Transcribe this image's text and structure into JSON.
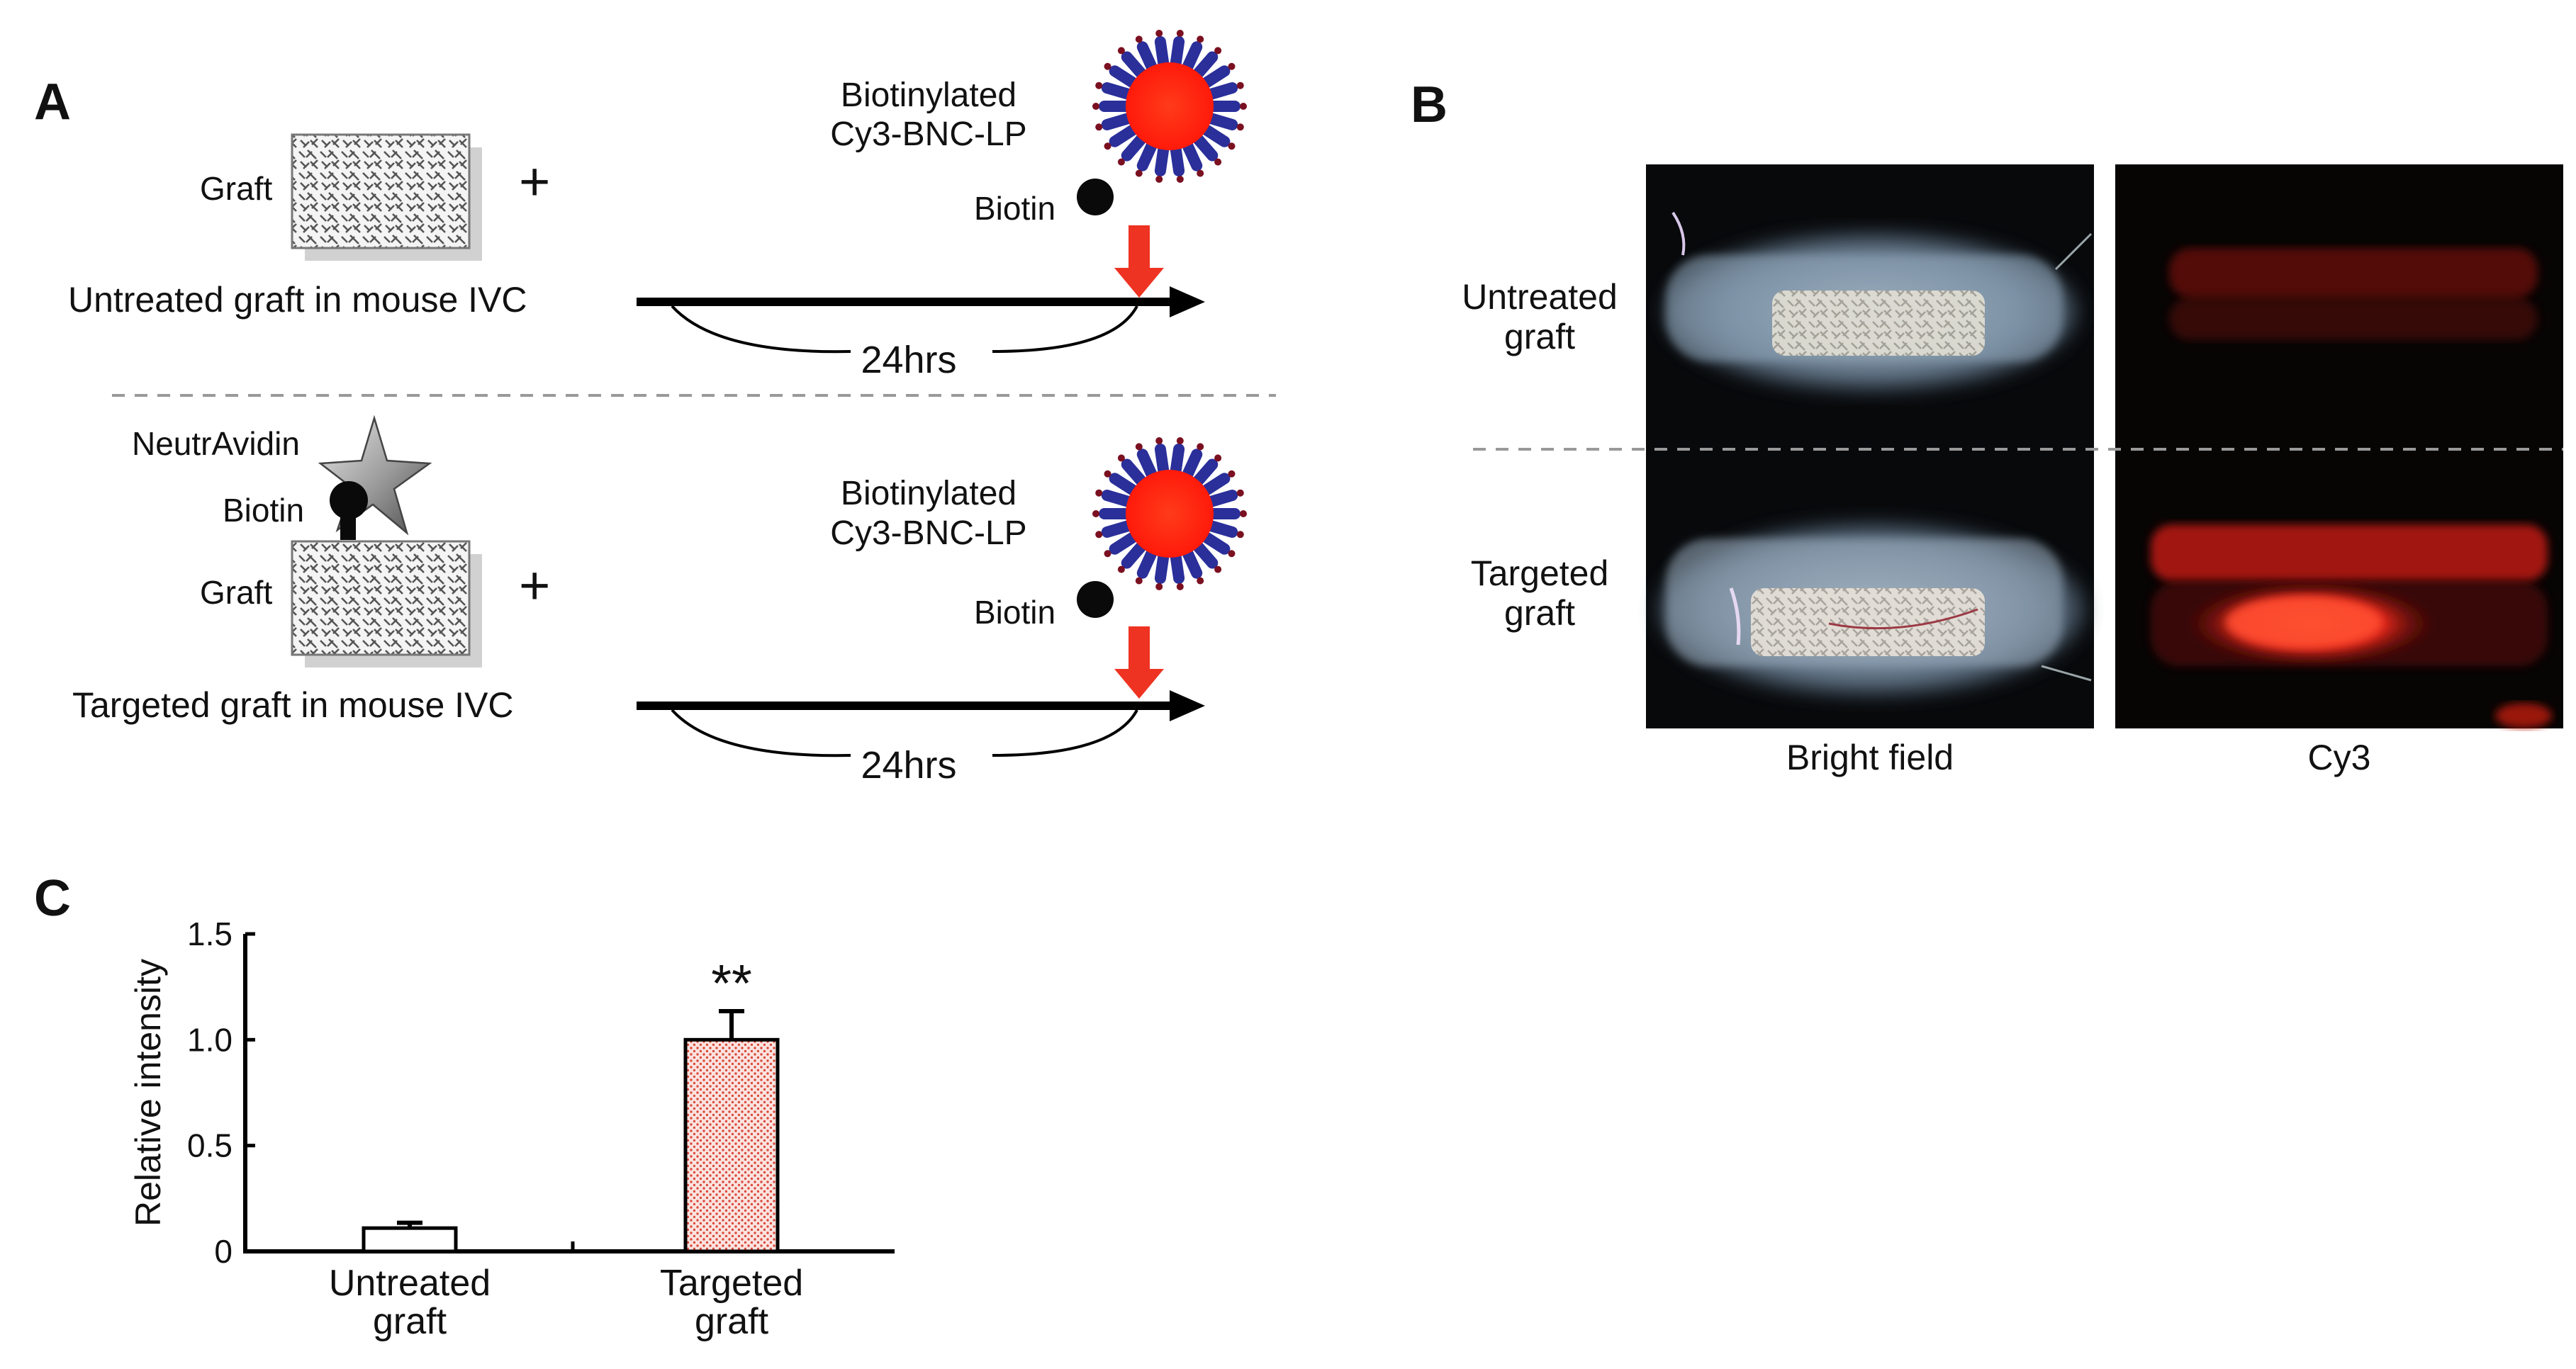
{
  "panels": {
    "a": "A",
    "b": "B",
    "c": "C"
  },
  "panel_a": {
    "top": {
      "graft_label": "Graft",
      "plus": "+",
      "caption": "Untreated graft in mouse IVC",
      "particle_line1": "Biotinylated",
      "particle_line2": "Cy3-BNC-LP",
      "biotin_label": "Biotin",
      "time_label": "24hrs"
    },
    "bottom": {
      "neutravidin_label": "NeutrAvidin",
      "biotin_graft_label": "Biotin",
      "graft_label": "Graft",
      "plus": "+",
      "caption": "Targeted graft in mouse IVC",
      "particle_line1": "Biotinylated",
      "particle_line2": "Cy3-BNC-LP",
      "biotin_label": "Biotin",
      "time_label": "24hrs"
    }
  },
  "panel_b": {
    "row1_line1": "Untreated",
    "row1_line2": "graft",
    "row2_line1": "Targeted",
    "row2_line2": "graft",
    "col1": "Bright field",
    "col2": "Cy3"
  },
  "colors": {
    "arrow_red": "#ee3322",
    "particle_core": "#ff2a10",
    "particle_ligand": "#2a2f9a",
    "bar_fill": "#f4c9c4"
  },
  "chart_data": {
    "type": "bar",
    "categories": [
      [
        "Untreated",
        "graft"
      ],
      [
        "Targeted",
        "graft"
      ]
    ],
    "values": [
      0.11,
      1.0
    ],
    "errors": [
      0.025,
      0.135
    ],
    "significance": [
      "",
      "**"
    ],
    "ylabel": "Relative intensity",
    "ylim": [
      0,
      1.5
    ],
    "yticks": [
      0,
      0.5,
      1.0,
      1.5
    ],
    "ytick_labels": [
      "0",
      "0.5",
      "1.0",
      "1.5"
    ]
  }
}
